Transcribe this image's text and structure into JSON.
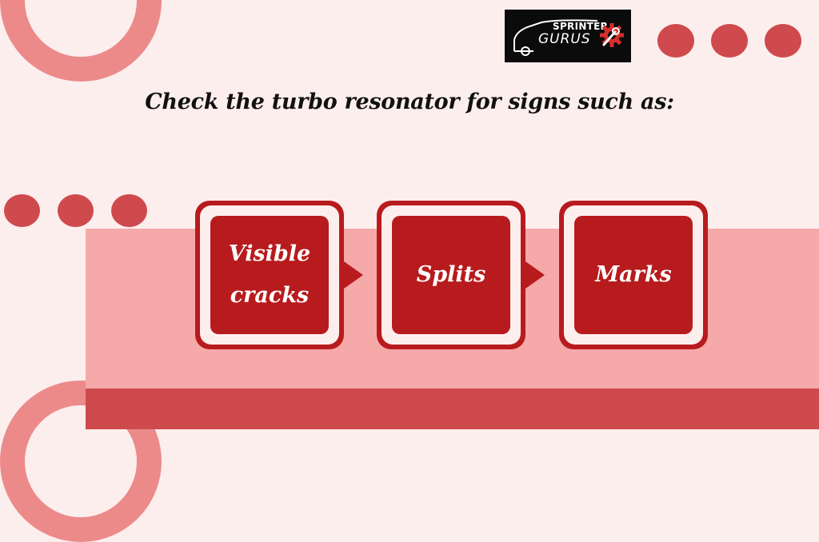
{
  "slide": {
    "title": "Check the turbo resonator for signs such as:"
  },
  "logo": {
    "line1": "SPRINTER",
    "line2": "GURUS",
    "icon": "gear-wrench-icon"
  },
  "cards": [
    {
      "label": "Visible\ncracks"
    },
    {
      "label": "Splits"
    },
    {
      "label": "Marks"
    }
  ],
  "colors": {
    "background": "#fdeeee",
    "card_red": "#b81b1d",
    "band_light": "#f5a9a9",
    "band_dark": "#cf4a4d",
    "dot": "#cf4a4d",
    "ring": "#ec8a8a"
  }
}
